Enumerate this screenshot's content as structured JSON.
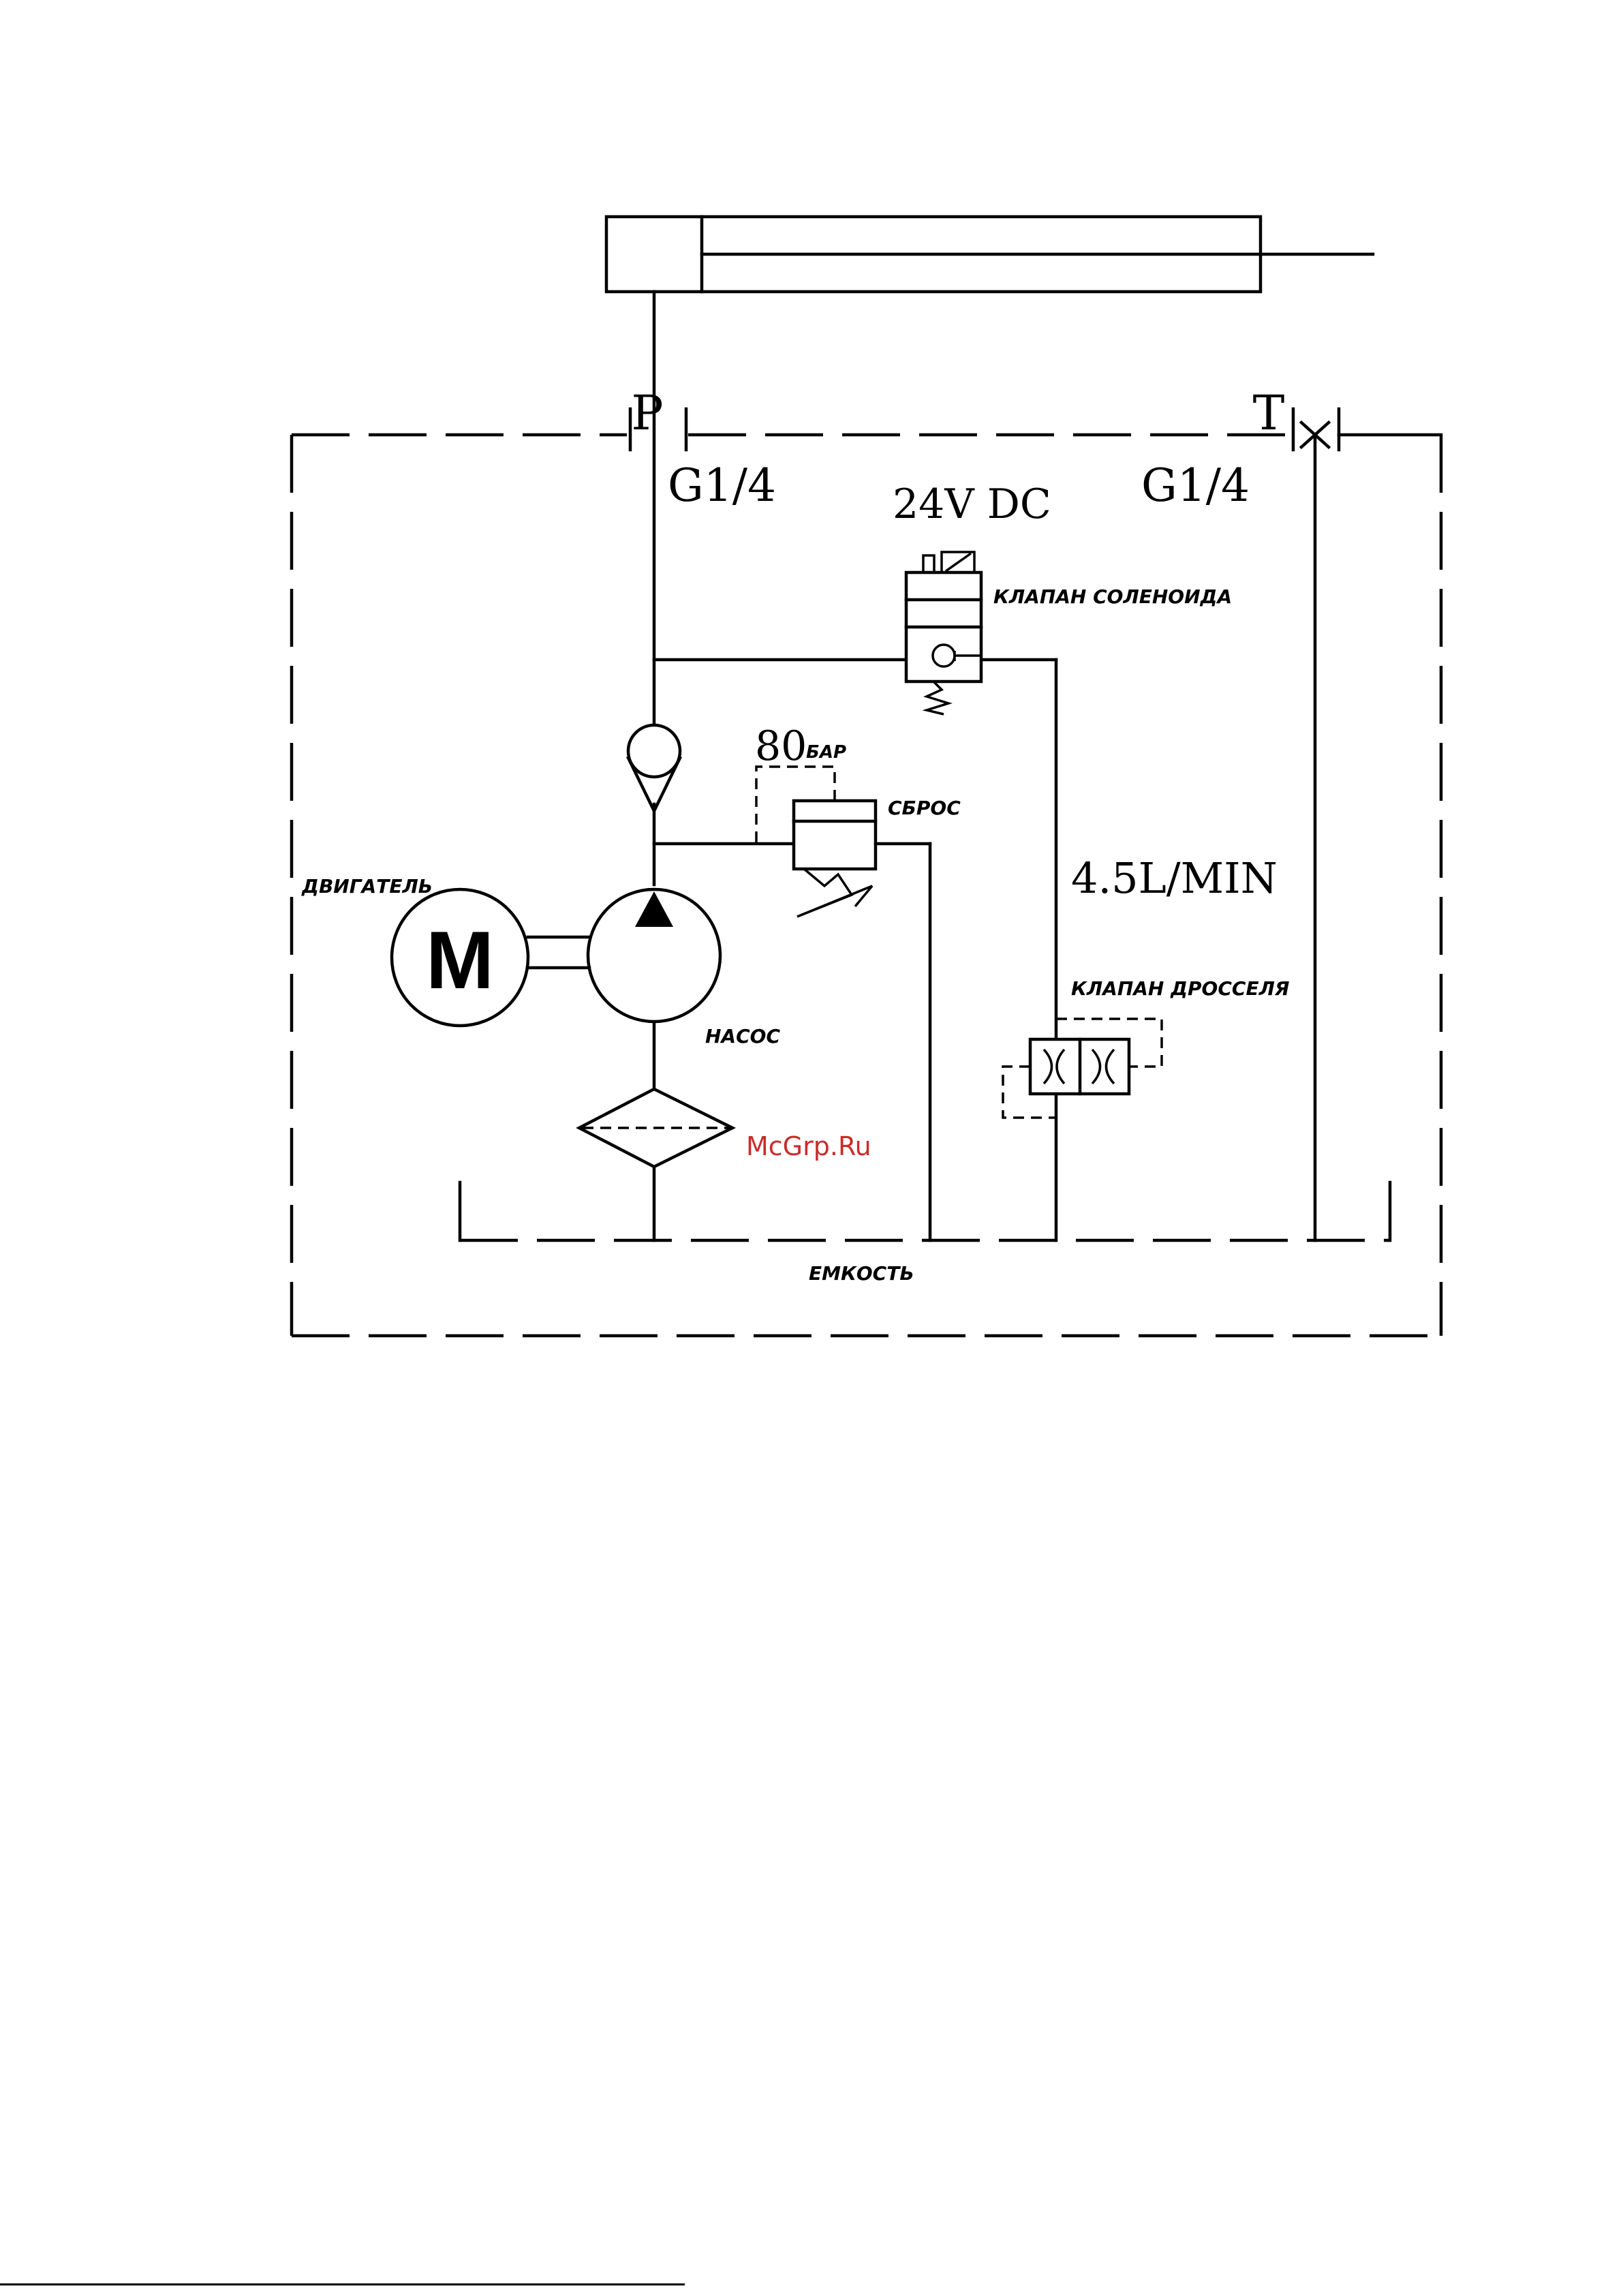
{
  "labels": {
    "port_p": "P",
    "port_t": "T",
    "thread_p": "G1/4",
    "thread_t": "G1/4",
    "voltage": "24V DC",
    "solenoid_valve": "КЛАПАН СОЛЕНОИДА",
    "pressure_value": "80",
    "pressure_unit": "БАР",
    "relief_valve": "СБРОС",
    "motor": "ДВИГАТЕЛЬ",
    "motor_symbol": "M",
    "flow_rate": "4.5L/MIN",
    "throttle_valve": "КЛАПАН ДРОССЕЛЯ",
    "pump": "НАСОС",
    "tank": "ЕМКОСТЬ"
  },
  "watermark": "McGrp.Ru",
  "colors": {
    "lines": "#000000",
    "watermark": "#cc2a2a",
    "background": "#ffffff"
  }
}
